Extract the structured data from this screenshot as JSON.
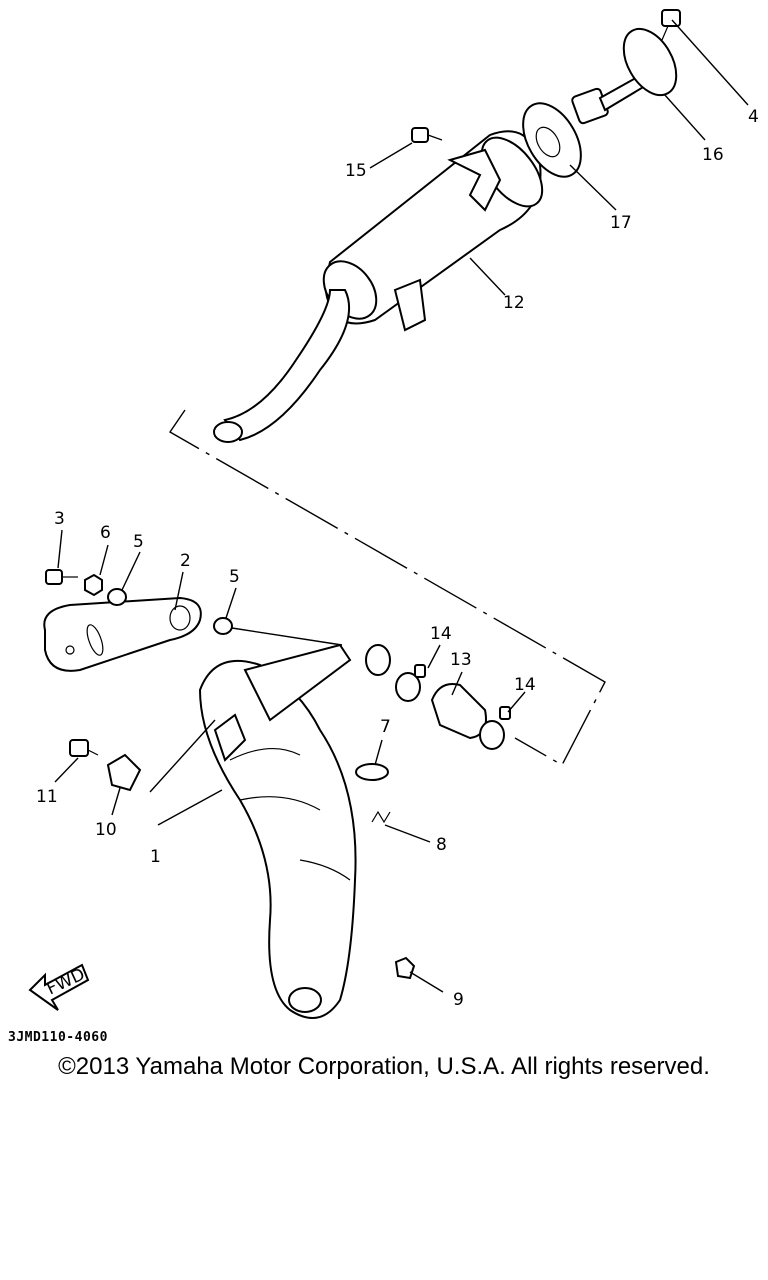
{
  "callouts": [
    "1",
    "2",
    "3",
    "4",
    "5",
    "5",
    "6",
    "7",
    "8",
    "9",
    "10",
    "11",
    "12",
    "13",
    "14",
    "14",
    "15",
    "16",
    "17"
  ],
  "fwd_label": "FWD",
  "diagram_code": "3JMD110-4060",
  "copyright": "©2013 Yamaha Motor Corporation, U.S.A. All rights reserved."
}
